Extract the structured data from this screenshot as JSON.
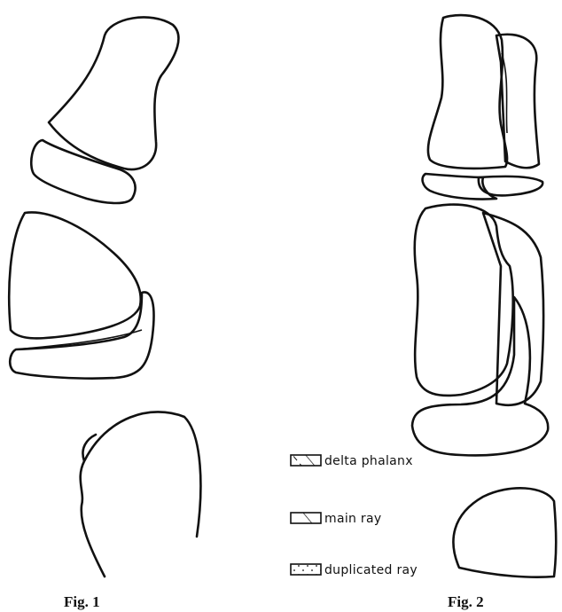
{
  "figures": [
    {
      "caption": "Fig. 1"
    },
    {
      "caption": "Fig. 2"
    }
  ],
  "legend": [
    {
      "label": "delta phalanx",
      "pattern": "hatch-with-dashes"
    },
    {
      "label": "main ray",
      "pattern": "hatch"
    },
    {
      "label": "duplicated ray",
      "pattern": "stipple"
    }
  ],
  "colors": {
    "ink": "#111111",
    "paper": "#ffffff"
  }
}
